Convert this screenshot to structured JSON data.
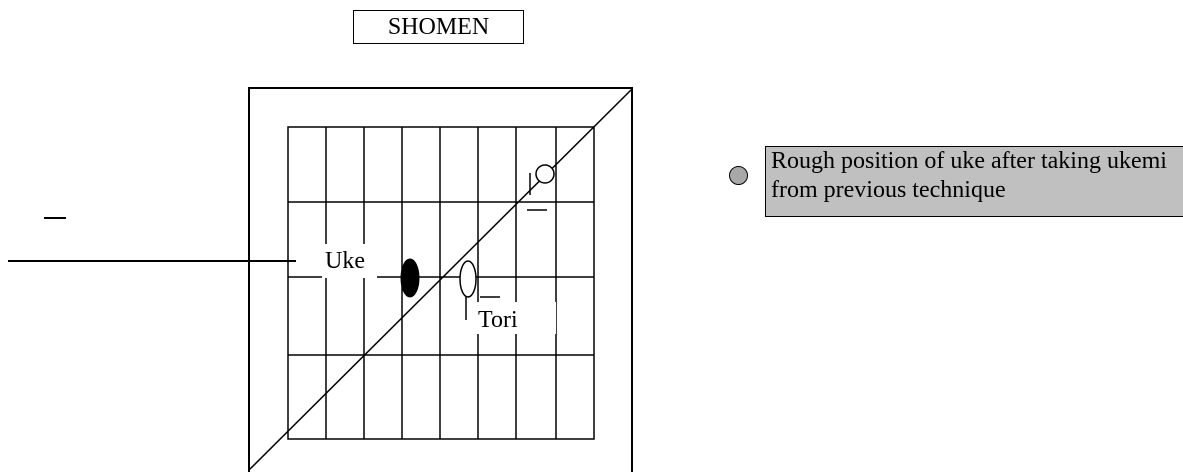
{
  "diagram": {
    "shomen_label": "SHOMEN",
    "uke_label": "Uke",
    "tori_label": "Tori",
    "legend": {
      "text": "Rough position of uke after taking ukemi from previous technique",
      "marker_color": "#a8a8a8",
      "box_color": "#c0c0c0"
    }
  }
}
